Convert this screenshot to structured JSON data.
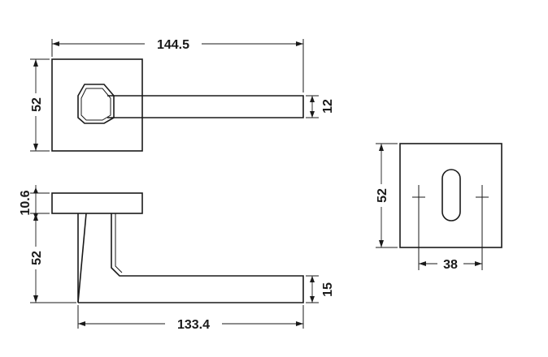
{
  "dimensions": {
    "overall_length": "144.5",
    "rose_height_top": "52",
    "lever_thickness_top": "12",
    "rose_thickness": "10.6",
    "projection": "52",
    "lever_depth": "15",
    "lever_length": "133.4",
    "escutcheon_height": "52",
    "hole_spacing": "38"
  }
}
